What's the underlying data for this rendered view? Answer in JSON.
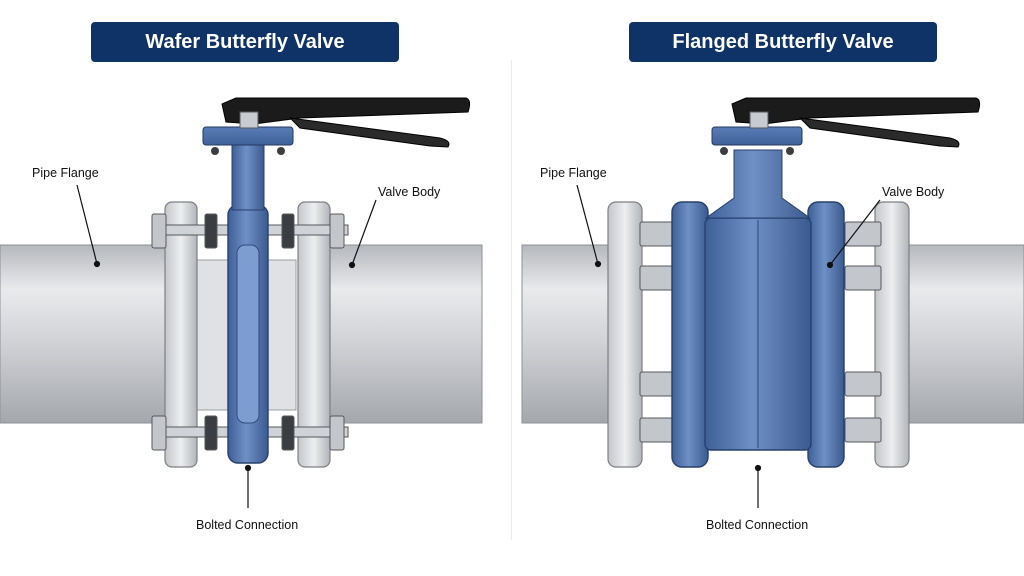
{
  "left_panel": {
    "title": "Wafer Butterfly Valve",
    "labels": {
      "pipe_flange": "Pipe Flange",
      "valve_body": "Valve Body",
      "bolted_connection": "Bolted Connection"
    }
  },
  "right_panel": {
    "title": "Flanged Butterfly Valve",
    "labels": {
      "pipe_flange": "Pipe Flange",
      "valve_body": "Valve Body",
      "bolted_connection": "Bolted Connection"
    }
  },
  "colors": {
    "title_background": "#0f3366",
    "valve_blue": "#4f74b0",
    "pipe_gray": "#c9cbcf",
    "handle_black": "#1b1b1b"
  }
}
